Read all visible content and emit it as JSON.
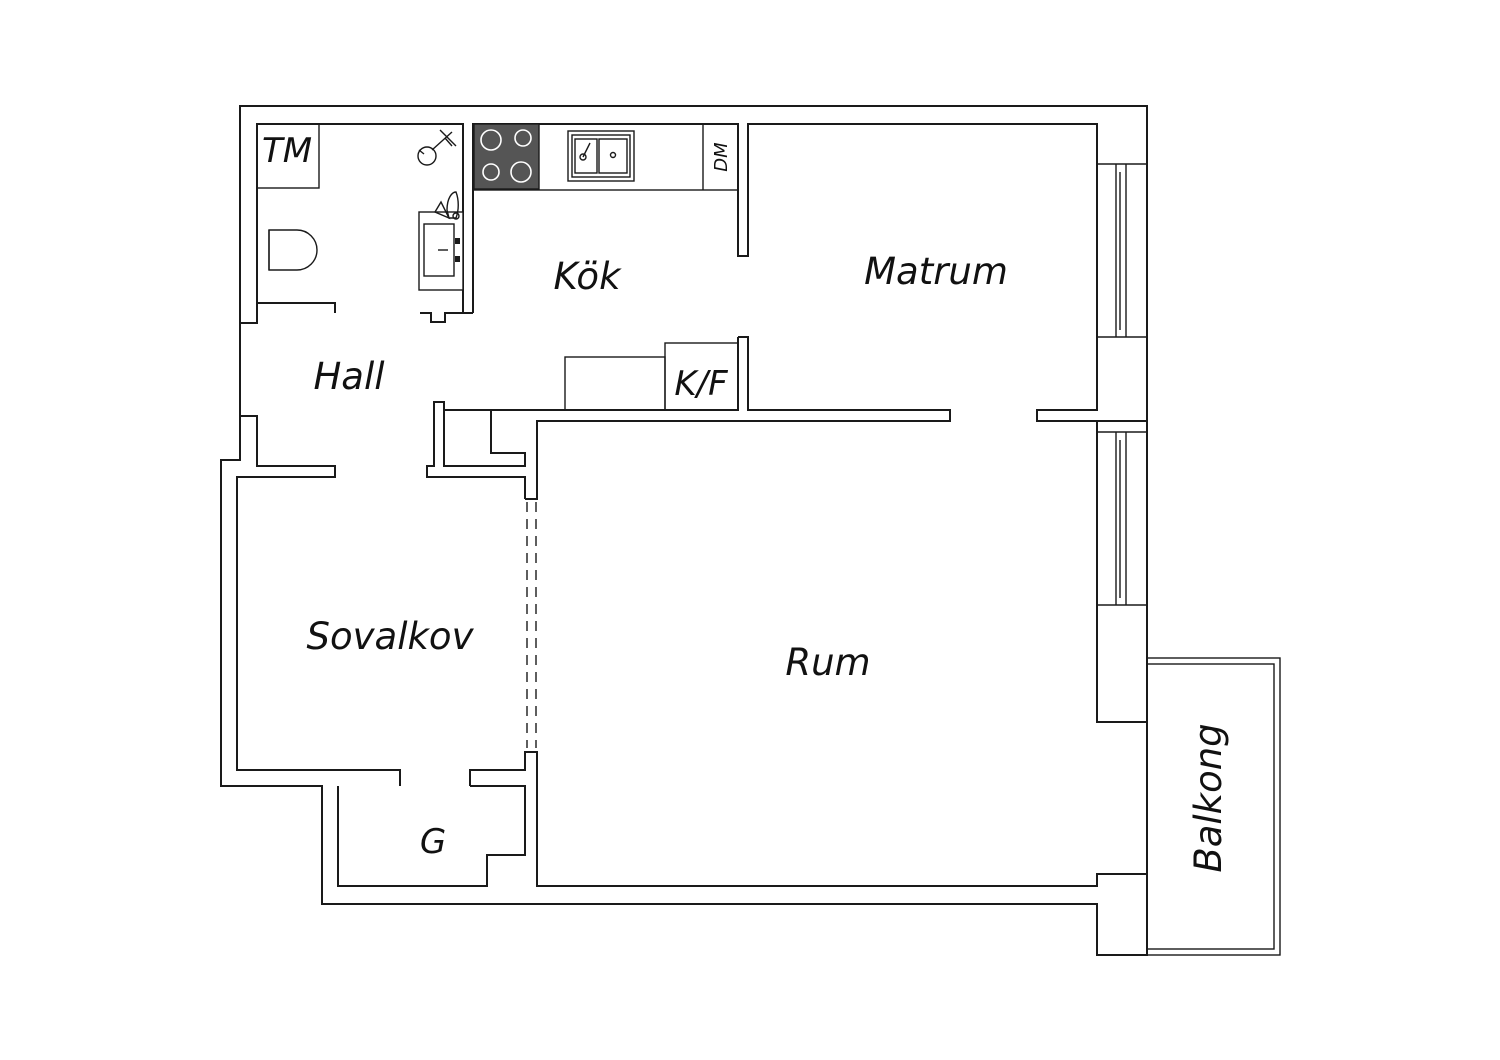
{
  "colors": {
    "background": "#ffffff",
    "line": "#1a1a1a",
    "stove": "#555555"
  },
  "rooms": {
    "kok": "Kök",
    "matrum": "Matrum",
    "hall": "Hall",
    "sovalkov": "Sovalkov",
    "rum": "Rum",
    "balkong": "Balkong"
  },
  "fixtures": {
    "tm": "TM",
    "dm": "DM",
    "kf": "K/F",
    "g": "G"
  },
  "icons": [
    "stove-icon",
    "kitchen-sink-icon",
    "toilet-icon",
    "washbasin-icon",
    "shower-icon"
  ]
}
